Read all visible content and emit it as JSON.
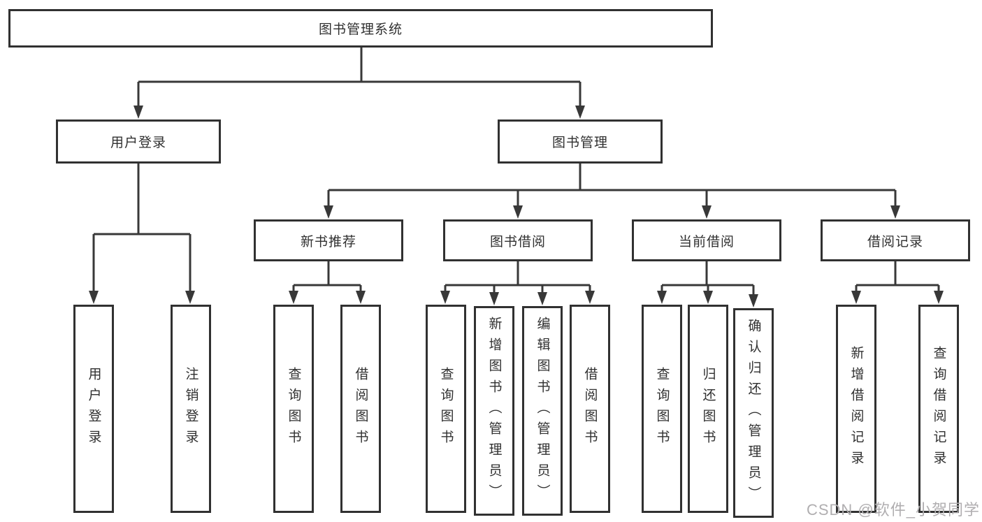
{
  "diagram": {
    "type": "tree",
    "root": {
      "label": "图书管理系统",
      "children": [
        {
          "label": "用户登录",
          "children": [
            {
              "label": "用户登录"
            },
            {
              "label": "注销登录"
            }
          ]
        },
        {
          "label": "图书管理",
          "children": [
            {
              "label": "新书推荐",
              "children": [
                {
                  "label": "查询图书"
                },
                {
                  "label": "借阅图书"
                }
              ]
            },
            {
              "label": "图书借阅",
              "children": [
                {
                  "label": "查询图书"
                },
                {
                  "label": "新增图书（管理员）"
                },
                {
                  "label": "编辑图书（管理员）"
                },
                {
                  "label": "借阅图书"
                }
              ]
            },
            {
              "label": "当前借阅",
              "children": [
                {
                  "label": "查询图书"
                },
                {
                  "label": "归还图书"
                },
                {
                  "label": "确认归还（管理员）"
                }
              ]
            },
            {
              "label": "借阅记录",
              "children": [
                {
                  "label": "新增借阅记录"
                },
                {
                  "label": "查询借阅记录"
                }
              ]
            }
          ]
        }
      ]
    }
  },
  "colors": {
    "box_border": "#313131",
    "line": "#383838",
    "text": "#303030",
    "watermark": "#b0aeb0",
    "background": "#ffffff"
  },
  "watermark": {
    "text": "CSDN @软件_小贺同学"
  }
}
